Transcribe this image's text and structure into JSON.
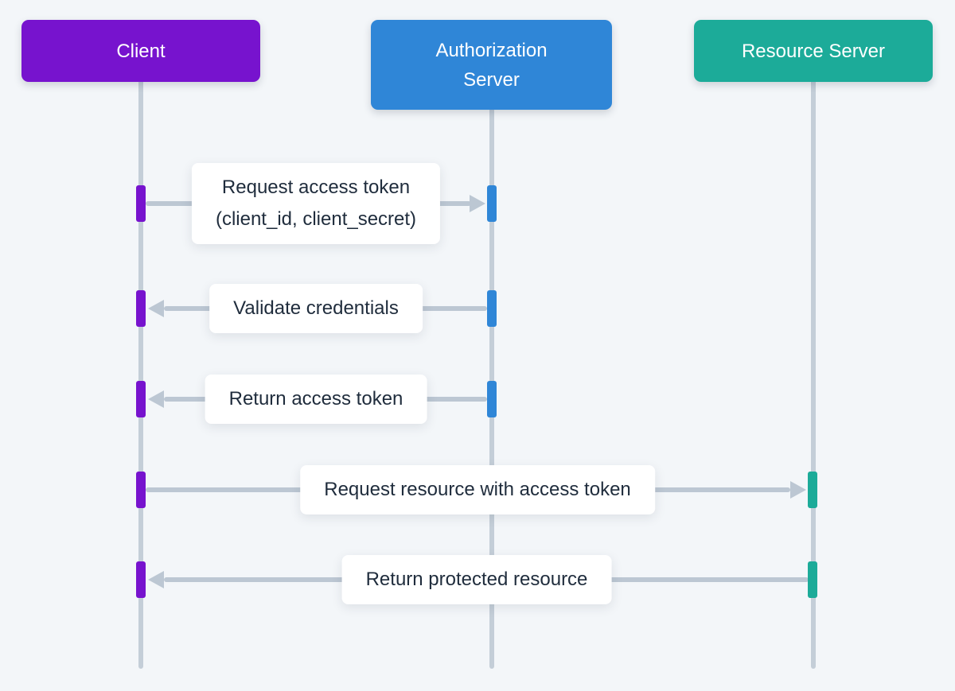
{
  "colors": {
    "background": "#f3f6f9",
    "lifeline": "#c4ced8",
    "arrow": "#bcc7d3",
    "label_bg": "#ffffff",
    "label_text": "#1f2c3c"
  },
  "actors": [
    {
      "label": "Client",
      "color": "#7713ce"
    },
    {
      "label": "Authorization\nServer",
      "color": "#2f86d7"
    },
    {
      "label": "Resource Server",
      "color": "#1cab99"
    }
  ],
  "messages": [
    {
      "text": "Request access token\n(client_id, client_secret)",
      "from": "Client",
      "to": "Authorization Server",
      "direction": "right"
    },
    {
      "text": "Validate credentials",
      "from": "Authorization Server",
      "to": "Client",
      "direction": "left"
    },
    {
      "text": "Return access token",
      "from": "Authorization Server",
      "to": "Client",
      "direction": "left"
    },
    {
      "text": "Request resource with access token",
      "from": "Client",
      "to": "Resource Server",
      "direction": "right"
    },
    {
      "text": "Return protected resource",
      "from": "Resource Server",
      "to": "Client",
      "direction": "left"
    }
  ]
}
